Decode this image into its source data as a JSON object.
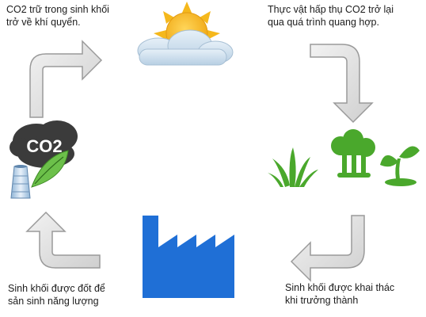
{
  "captions": {
    "top_left": [
      "CO2 trữ trong sinh khối",
      "trở về khí quyển."
    ],
    "top_right": [
      "Thực vật hấp thụ CO2 trở lại",
      "qua quá trình quang hợp."
    ],
    "bottom_right": [
      "Sinh khối được khai thác",
      "khi trưởng thành"
    ],
    "bottom_left": [
      "Sinh khối được đốt để",
      "sản sinh năng lượng"
    ]
  },
  "co2_label": "CO2",
  "colors": {
    "arrow_fill": "#dcdcdc",
    "arrow_stroke": "#9a9a9a",
    "factory": "#1f6fd6",
    "plants": "#4aa82c",
    "sun": "#f5b81c",
    "cloud": "#c9dcec",
    "smoke": "#3b3b3b"
  },
  "icons": [
    "cycle-arrow-icon",
    "sun-cloud-icon",
    "plants-icon",
    "factory-icon",
    "co2-smokestack-icon"
  ]
}
